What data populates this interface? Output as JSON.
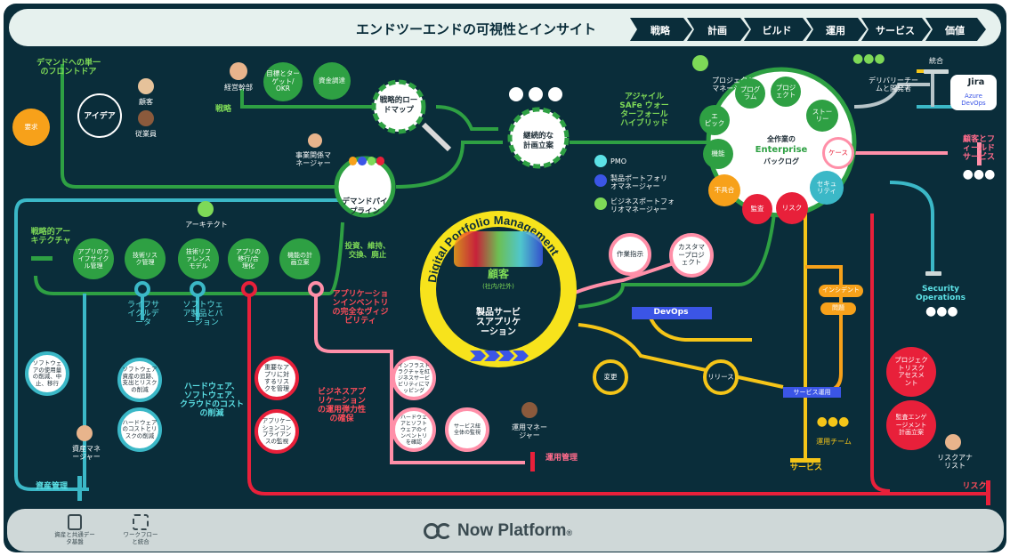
{
  "header": {
    "title": "エンドツーエンドの可視性とインサイト",
    "stages": [
      "戦略",
      "計画",
      "ビルド",
      "運用",
      "サービス",
      "価値"
    ]
  },
  "footer": {
    "brand": "Now Platform",
    "brand_mark": "®",
    "items": [
      {
        "icon": "asset-link-icon",
        "label": "資産と共通デー\nタ基盤"
      },
      {
        "icon": "workflow-icon",
        "label": "ワークフロー\nと統合"
      }
    ]
  },
  "demand": {
    "title": "デマンドへの単一\nのフロントドア",
    "request": "要求",
    "idea": "アイデア",
    "customer": "顧客",
    "employee": "従業員",
    "exec": "経営幹部",
    "strategy": "戦略",
    "goals": "目標とター\nゲット/\nOKR",
    "funding": "資金調達",
    "roadmap": "戦略的ロー\nドマップ",
    "biz_manager": "事業関係マ\nネージャー",
    "pipeline": "デマンドパイ\nプライン",
    "invest": "投資、維持、\n交換、廃止"
  },
  "planning": {
    "continuous": "継続的な\n計画立案",
    "pmo": "PMO",
    "product_portfolio": "製品ポートフォリ\nオマネージャー",
    "business_portfolio": "ビジネスポートフォ\nリオマネージャー",
    "agile": "アジャイル\nSAFe ウォー\nターフォール\nハイブリッド",
    "project_manager": "プロジェクト\nマネージャー"
  },
  "backlog": {
    "title": "全作業の",
    "enterprise": "Enterprise",
    "subtitle": "バックログ",
    "items": [
      "プログ\nラム",
      "プロジ\nェクト",
      "エ\nピック",
      "ストー\nリー",
      "機能",
      "ケース",
      "不具合",
      "監査",
      "リスク",
      "セキュ\nリティ"
    ]
  },
  "delivery": {
    "team": "デリバリーチー\nムと開発者",
    "integration": "統合",
    "jira": "Jira",
    "azure": "Azure\nDevOps",
    "customer_service": "顧客とフ\nィールド\nサービス",
    "security_ops": "Security\nOperations"
  },
  "architecture": {
    "title": "戦略的アー\nキテクチャ",
    "architect": "アーキテクト",
    "nodes": [
      "アプリのラ\nイフサイク\nル管理",
      "技術リス\nク管理",
      "技術リフ\nァレンス\nモデル",
      "アプリの\n移行/合\n理化",
      "機能の計\n画立案"
    ],
    "lifecycle": "ライフサ\nイクルデ\nータ",
    "versions": "ソフトウェ\nア製品とバ\nージョン"
  },
  "dpm": {
    "arc": "Digital Portfolio Management",
    "customer": "顧客",
    "customer_sub": "(社内/社外)",
    "product": "製品サービ\nスアプリケ\nーション"
  },
  "assets": {
    "sw_usage": "ソフトウェ\nアの使用量\nの削減、中\n止、移行",
    "sw_cost": "ソフトウェア\n資産の追跡、\n支出とリスク\nの削減",
    "hw_cost": "ハードウェア\nのコストとリ\nスクの削減",
    "reduce": "ハードウェア、\nソフトウェア、\nクラウドのコスト\nの削減",
    "manager": "資産マネ\nージャー",
    "title": "資産管理"
  },
  "apps": {
    "inventory": "アプリケーショ\nンインベントリ\nの完全なヴィジ\nビリティ",
    "critical": "重要なア\nプリに対\nするリス\nクを管理",
    "compliance": "アプリケー\nションコン\nプライアン\nスの監視",
    "resilience": "ビジネスアプ\nリケーション\nの運用弾力性\nの確保",
    "infra": "インフラスト\nラクチャを紅\nジネスサービ\nビリティにマ\nッピング",
    "hw_sw": "ハードウェ\nアとソフト\nウェアのイ\nンベントリ\nを確認",
    "svc_map": "サービス紐\n全体の監視",
    "ops_manager": "運用マネー\nジャー",
    "ops_title": "運用管理"
  },
  "work": {
    "order": "作業指示",
    "custom_project": "カスタマ\nープロジ\nェクト",
    "devops": "DevOps",
    "change": "変更",
    "release": "リリース",
    "incident": "インシデント",
    "problem": "問題",
    "svc_ops": "サービス運用",
    "ops_team": "運用チーム",
    "service": "サービス"
  },
  "risk": {
    "project_risk": "プロジェク\nトリスク\nアセスメ\nント",
    "audit": "監査エンゲ\nージメント\n計画立案",
    "analyst": "リスクアナ\nリスト",
    "title": "リスク"
  },
  "colors": {
    "bg": "#0a2d3a",
    "green": "#2ea043",
    "lime": "#7ed957",
    "yellow": "#f5c518",
    "red": "#e8203a",
    "pink": "#ff8fa8",
    "cyan": "#3bb8c7",
    "orange": "#f7a11a"
  }
}
